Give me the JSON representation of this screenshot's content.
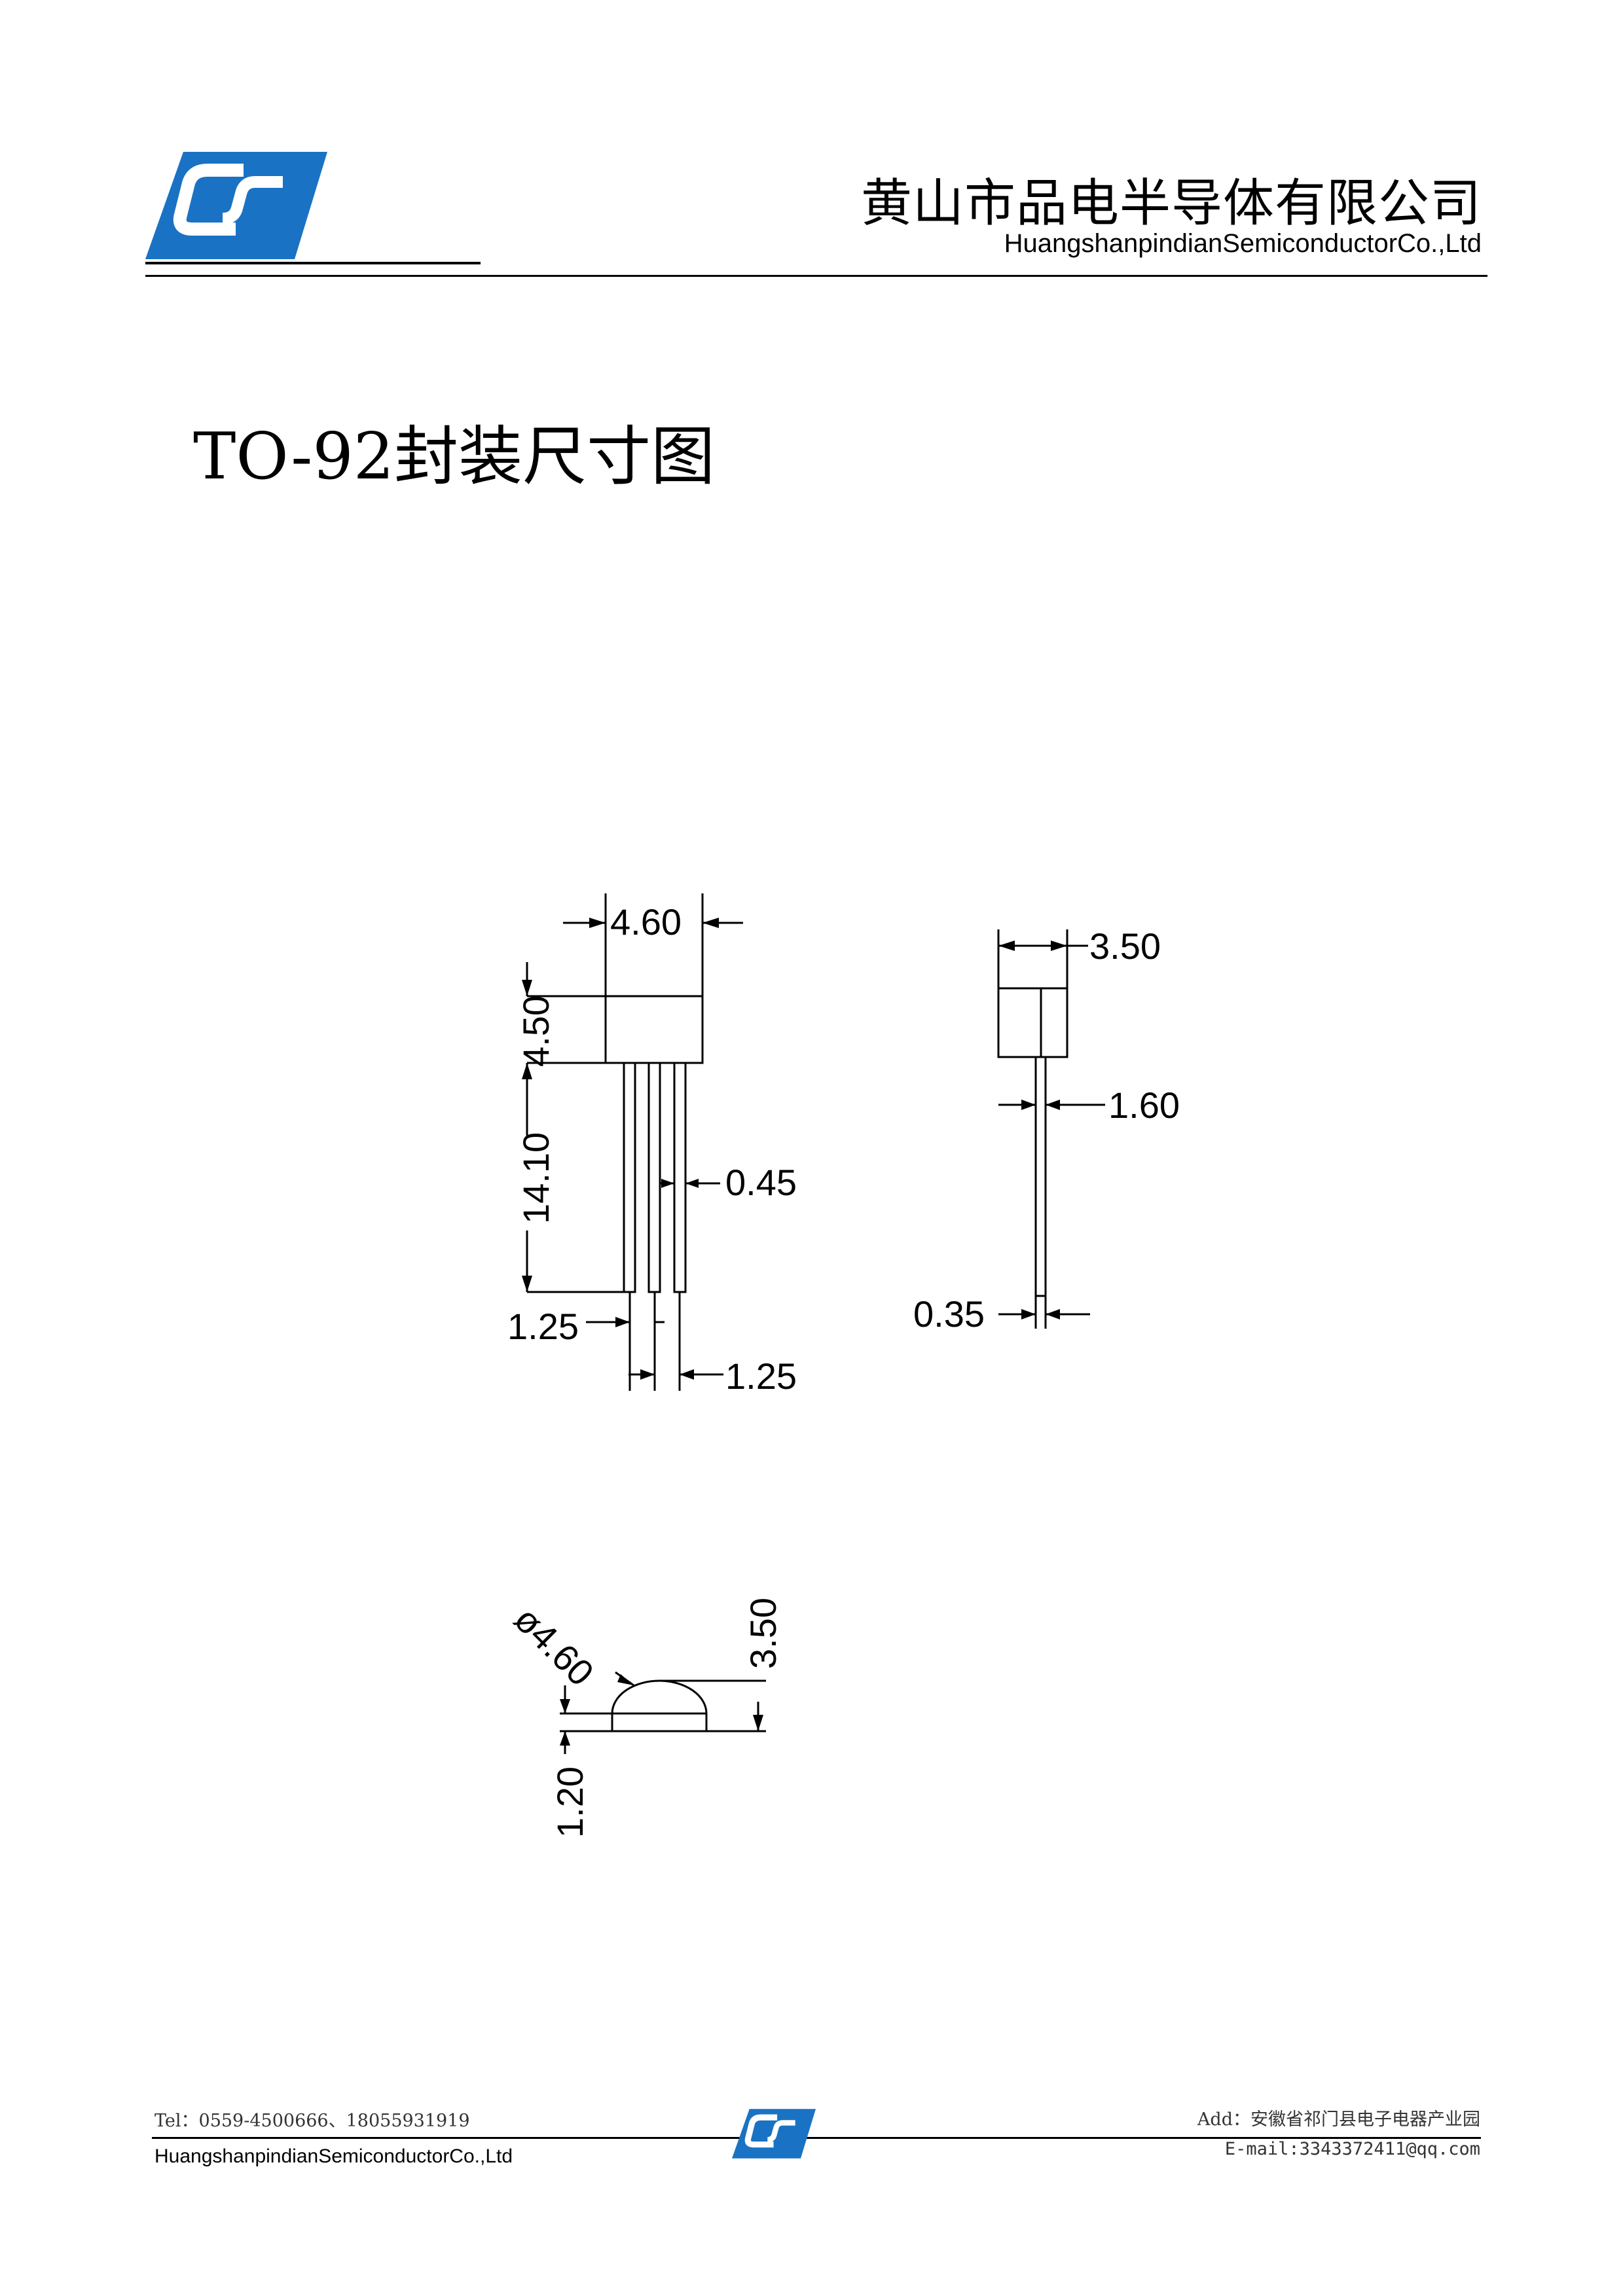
{
  "header": {
    "company_cn": "黄山市品电半导体有限公司",
    "company_en": "HuangshanpindianSemiconductorCo.,Ltd",
    "logo": "company-logo-blue",
    "brand_color": "#1a72c4"
  },
  "document": {
    "title": "TO-92封装尺寸图"
  },
  "drawing": {
    "front_view": {
      "body_width": "4.60",
      "body_height": "4.50",
      "lead_length": "14.10",
      "lead_width": "0.45",
      "pitch_left": "1.25",
      "pitch_right": "1.25"
    },
    "side_view": {
      "body_depth": "3.50",
      "lead_offset": "1.60",
      "lead_thickness": "0.35"
    },
    "bottom_view": {
      "diameter": "ø4.60",
      "height": "3.50",
      "flat_height": "1.20"
    }
  },
  "footer": {
    "tel": "Tel：0559-4500666、18055931919",
    "company_en": "HuangshanpindianSemiconductorCo.,Ltd",
    "address": "Add：安徽省祁门县电子电器产业园",
    "email": "E-mail:3343372411@qq.com"
  }
}
